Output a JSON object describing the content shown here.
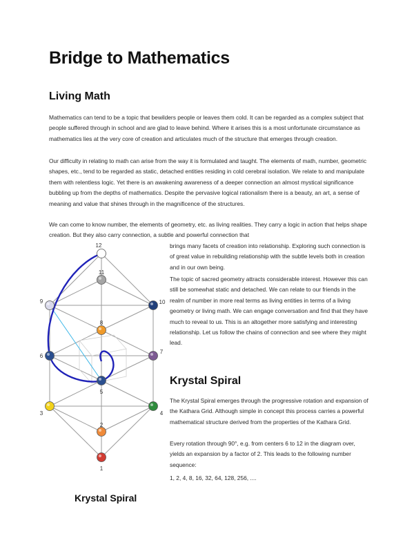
{
  "title": "Bridge to Mathematics",
  "living_math": {
    "heading": "Living Math",
    "p1": "Mathematics can tend to be a topic that bewilders people or leaves them cold.  It can be regarded as a complex subject that people suffered through in school and are glad to leave behind.  Where it arises this is a most unfortunate circumstance as mathematics lies at the very core of creation and articulates much of the structure that emerges through creation.",
    "p2": "Our difficulty in relating to math can arise from the way it is formulated and taught.  The elements of math, number, geometric shapes, etc., tend to be regarded as static, detached entities residing in cold cerebral isolation.  We relate to and manipulate them with relentless logic.  Yet there is an awakening awareness of a deeper connection an almost mystical significance bubbling up from the depths of mathematics.  Despite the pervasive logical rationalism there is a beauty, an art, a sense of meaning and value that shines through in the magnificence of the structures.",
    "p3_full": "We can come to know number, the elements of geometry, etc. as living realities.  They carry a logic in action that helps shape creation.  But they also carry connection, a subtle and powerful connection that",
    "p3_right": "brings many facets of creation into relationship.  Exploring such connection is of great value in rebuilding relationship with the subtle levels both in creation and in our own being.",
    "p4": "The topic of sacred geometry attracts considerable interest. However this can still be somewhat static and detached.  We can relate to our friends in the realm of number in more real terms as living entities in terms of a living geometry or living math.  We can engage conversation and find that they have much to reveal to us.  This is an altogether more satisfying and interesting relationship.  Let us follow the chains of connection and see where they might lead."
  },
  "krystal_spiral": {
    "heading": "Krystal Spiral",
    "p1": "The Krystal Spiral emerges through the progressive rotation and expansion of the Kathara Grid.  Although simple in concept this process carries a powerful mathematical structure derived from the properties of the Kathara Grid.",
    "p2": "Every rotation through 90°, e.g. from centers 6 to 12 in the diagram over, yields an expansion by a factor of 2.  This leads to the following number sequence:",
    "sequence": "1, 2, 4, 8, 16, 32, 64, 128, 256, ....",
    "caption": "Krystal Spiral"
  },
  "diagram": {
    "nodes": [
      {
        "label": "1",
        "color": "#d23b32"
      },
      {
        "label": "2",
        "color": "#ef8a3a"
      },
      {
        "label": "3",
        "color": "#f2d21a"
      },
      {
        "label": "4",
        "color": "#2e8c3c"
      },
      {
        "label": "5",
        "color": "#2b4f8f"
      },
      {
        "label": "6",
        "color": "#2b4f8f"
      },
      {
        "label": "7",
        "color": "#7d5a93"
      },
      {
        "label": "8",
        "color": "#ef9a2a"
      },
      {
        "label": "9",
        "color": "#d9d9ea"
      },
      {
        "label": "10",
        "color": "#213f7a"
      },
      {
        "label": "11",
        "color": "#a5a5a5"
      },
      {
        "label": "12",
        "color": "#ffffff"
      }
    ],
    "spiral_color": "#1f22b8",
    "ray_color": "#40b8e8"
  }
}
